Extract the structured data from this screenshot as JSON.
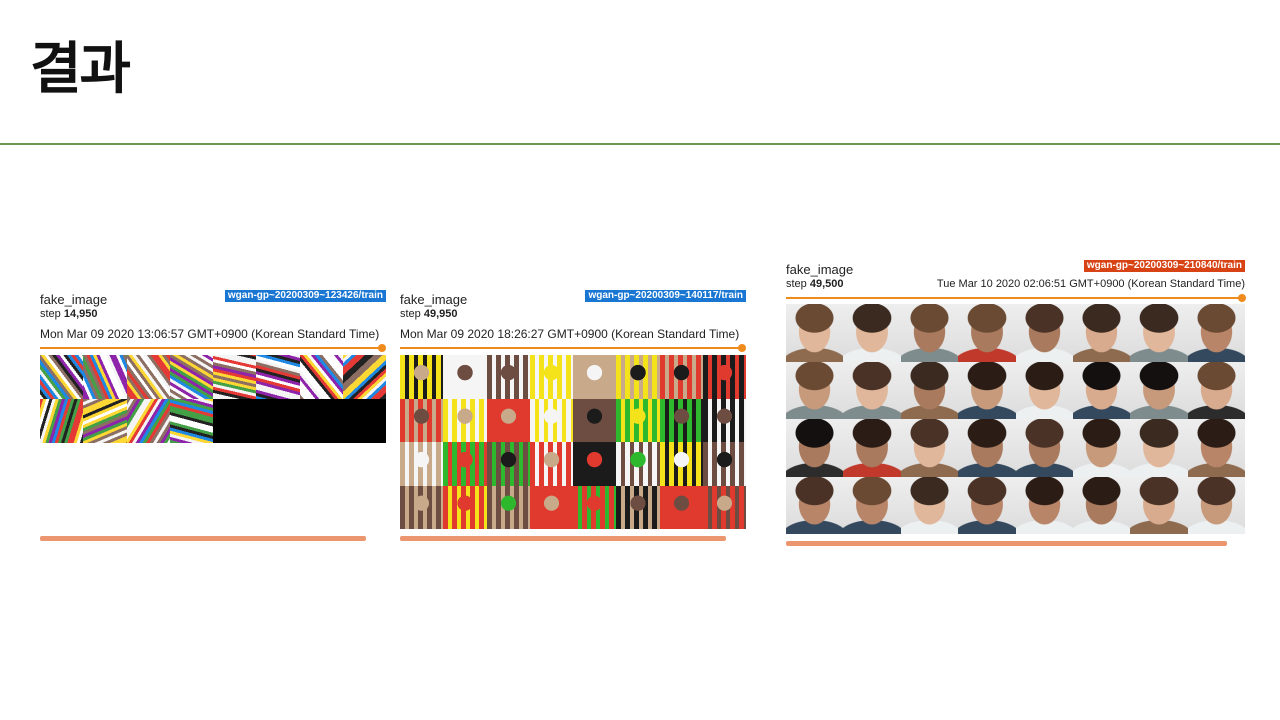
{
  "slide": {
    "title": "결과"
  },
  "colors": {
    "accent_rule": "#6c9a4f",
    "badge_blue": "#1976d2",
    "badge_red": "#d84315",
    "slider": "#ef8a1c",
    "scrollbar": "#ec9670"
  },
  "panels": [
    {
      "tag": "fake_image",
      "run": "wgan-gp~20200309~123426/train",
      "badge_color": "blue",
      "step_label": "step",
      "step_value": "14,950",
      "timestamp": "Mon Mar 09 2020 13:06:57 GMT+0900 (Korean Standard Time)",
      "image_style": "noise",
      "grid_rows_filled": 2,
      "partial_black": true
    },
    {
      "tag": "fake_image",
      "run": "wgan-gp~20200309~140117/train",
      "badge_color": "blue",
      "step_label": "step",
      "step_value": "49,950",
      "timestamp": "Mon Mar 09 2020 18:26:27 GMT+0900 (Korean Standard Time)",
      "image_style": "blocky-faces"
    },
    {
      "tag": "fake_image",
      "run": "wgan-gp~20200309~210840/train",
      "badge_color": "red",
      "step_label": "step",
      "step_value": "49,500",
      "timestamp": "Tue Mar 10 2020 02:06:51 GMT+0900 (Korean Standard Time)",
      "image_style": "faces"
    }
  ]
}
